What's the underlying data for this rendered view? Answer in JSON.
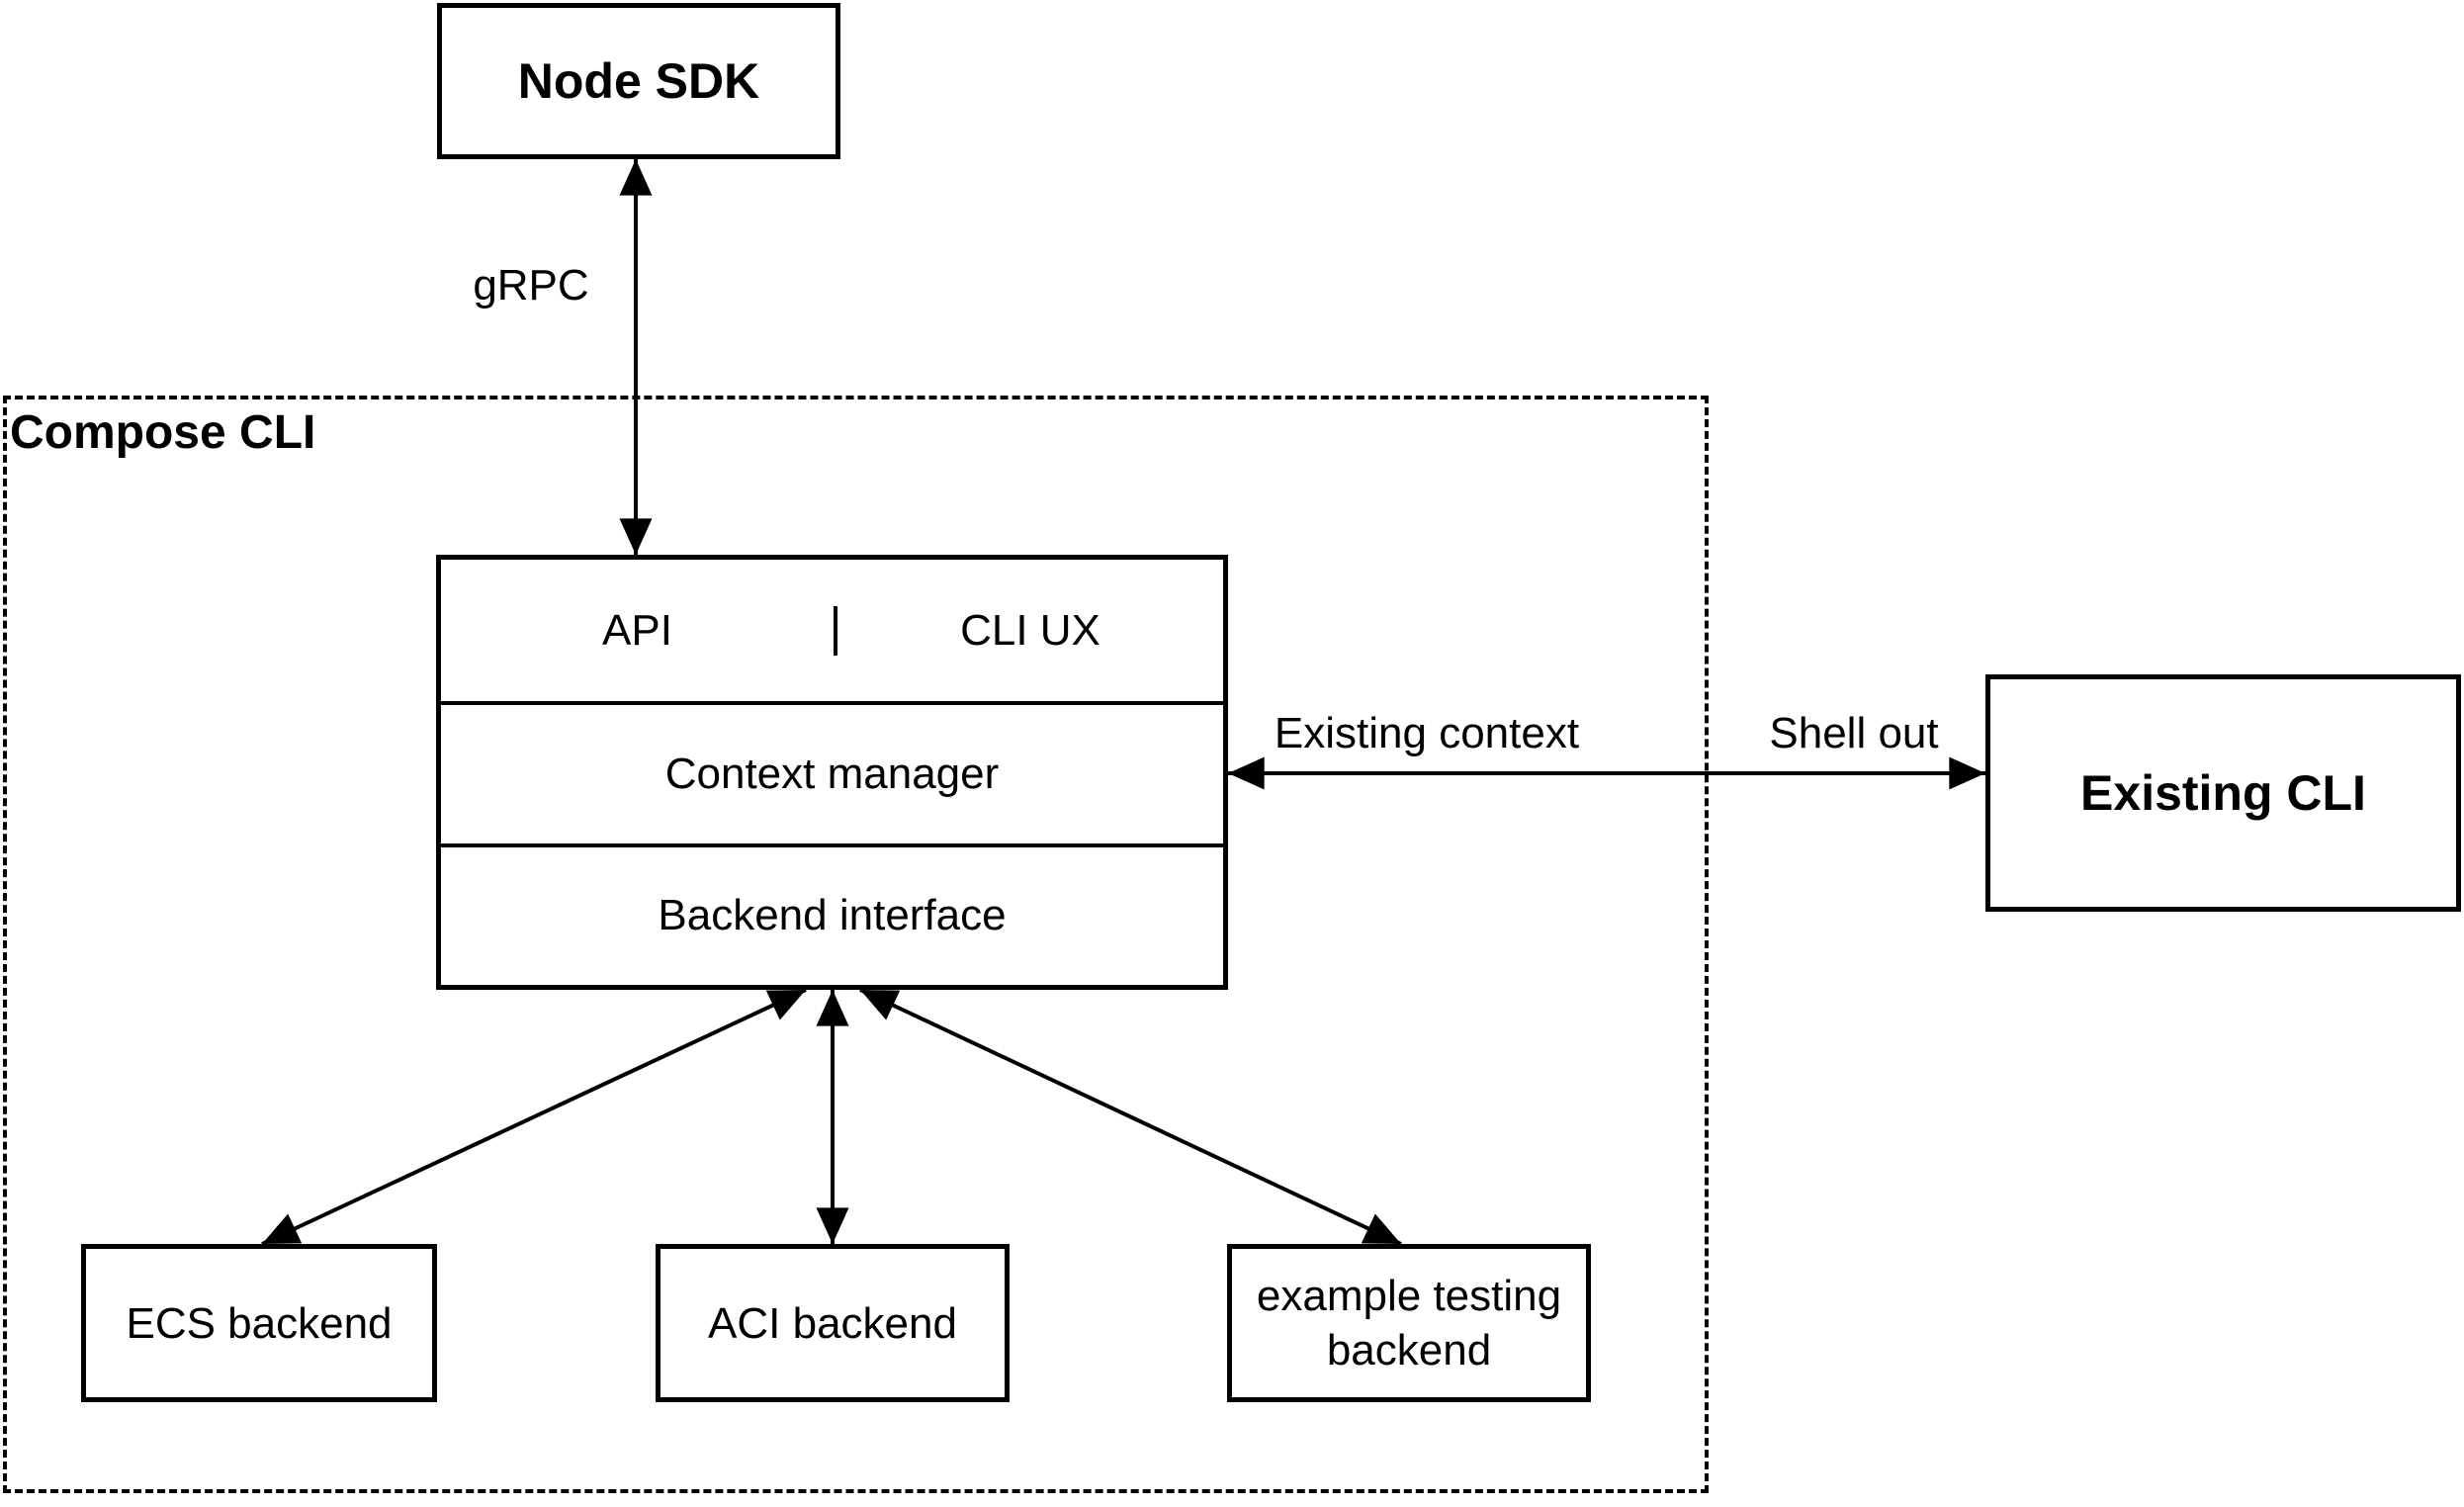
{
  "canvas": {
    "background": "#ffffff",
    "stroke": "#000000"
  },
  "group": {
    "label": "Compose CLI"
  },
  "nodes": {
    "node_sdk": {
      "label": "Node SDK"
    },
    "api": {
      "label": "API"
    },
    "cli_ux": {
      "label": "CLI UX"
    },
    "context_manager": {
      "label": "Context manager"
    },
    "backend_interface": {
      "label": "Backend interface"
    },
    "existing_cli": {
      "label": "Existing CLI"
    },
    "ecs_backend": {
      "label": "ECS backend"
    },
    "aci_backend": {
      "label": "ACI backend"
    },
    "example_testing_backend": {
      "label": "example testing backend"
    }
  },
  "edges": {
    "grpc": {
      "label": "gRPC",
      "style": "double-arrow"
    },
    "existing_context": {
      "label": "Existing context",
      "style": "double-arrow"
    },
    "shell_out": {
      "label": "Shell out",
      "style": "double-arrow"
    },
    "backend_to_ecs": {
      "label": "",
      "style": "double-arrow"
    },
    "backend_to_aci": {
      "label": "",
      "style": "double-arrow"
    },
    "backend_to_example": {
      "label": "",
      "style": "double-arrow"
    }
  }
}
